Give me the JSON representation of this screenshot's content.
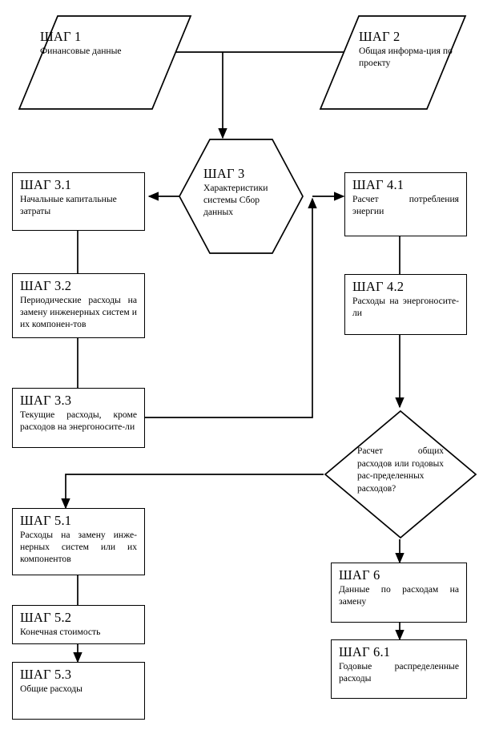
{
  "diagram": {
    "type": "flowchart",
    "language": "ru",
    "stroke_color": "#000000",
    "fill_color": "#ffffff",
    "nodes": [
      {
        "id": "step1",
        "shape": "parallelogram",
        "title": "ШАГ 1",
        "body": "Финансовые данные"
      },
      {
        "id": "step2",
        "shape": "parallelogram",
        "title": "ШАГ 2",
        "body": "Общая информа-ция по проекту"
      },
      {
        "id": "step3",
        "shape": "hexagon",
        "title": "ШАГ 3",
        "body": "Характеристики системы Сбор данных"
      },
      {
        "id": "step31",
        "shape": "rectangle",
        "title": "ШАГ 3.1",
        "body": "Начальные капитальные затраты"
      },
      {
        "id": "step32",
        "shape": "rectangle",
        "title": "ШАГ 3.2",
        "body": "Периодические расходы на замену инженерных систем и их компонен-тов"
      },
      {
        "id": "step33",
        "shape": "rectangle",
        "title": "ШАГ 3.3",
        "body": "Текущие расходы, кроме расходов на энергоносите-ли"
      },
      {
        "id": "step41",
        "shape": "rectangle",
        "title": "ШАГ 4.1",
        "body": "Расчет потребления энергии"
      },
      {
        "id": "step42",
        "shape": "rectangle",
        "title": "ШАГ 4.2",
        "body": "Расходы на энергоносите-ли"
      },
      {
        "id": "decision",
        "shape": "diamond",
        "title": "",
        "body": "Расчет общих расходов или годовых рас-пределенных расходов?"
      },
      {
        "id": "step51",
        "shape": "rectangle",
        "title": "ШАГ 5.1",
        "body": "Расходы на замену инже-нерных систем или их компонентов"
      },
      {
        "id": "step52",
        "shape": "rectangle",
        "title": "ШАГ 5.2",
        "body": "Конечная стоимость"
      },
      {
        "id": "step53",
        "shape": "rectangle",
        "title": "ШАГ 5.3",
        "body": "Общие расходы"
      },
      {
        "id": "step6",
        "shape": "rectangle",
        "title": "ШАГ 6",
        "body": "Данные по расходам на замену"
      },
      {
        "id": "step61",
        "shape": "rectangle",
        "title": "ШАГ 6.1",
        "body": "Годовые распределенные расходы"
      }
    ],
    "edges": [
      {
        "from": "step1",
        "to": "step3",
        "arrow": true
      },
      {
        "from": "step2",
        "to": "step3",
        "arrow": true
      },
      {
        "from": "step3",
        "to": "step31",
        "arrow": true
      },
      {
        "from": "step31",
        "to": "step32",
        "arrow": false
      },
      {
        "from": "step32",
        "to": "step33",
        "arrow": false
      },
      {
        "from": "step33",
        "to": "step3",
        "arrow": true
      },
      {
        "from": "step33",
        "to": "step41",
        "arrow": true
      },
      {
        "from": "step41",
        "to": "step42",
        "arrow": false
      },
      {
        "from": "step42",
        "to": "decision",
        "arrow": true
      },
      {
        "from": "decision",
        "to": "step51",
        "arrow": true
      },
      {
        "from": "decision",
        "to": "step6",
        "arrow": true
      },
      {
        "from": "step51",
        "to": "step52",
        "arrow": false
      },
      {
        "from": "step52",
        "to": "step53",
        "arrow": true
      },
      {
        "from": "step6",
        "to": "step61",
        "arrow": true
      }
    ]
  }
}
